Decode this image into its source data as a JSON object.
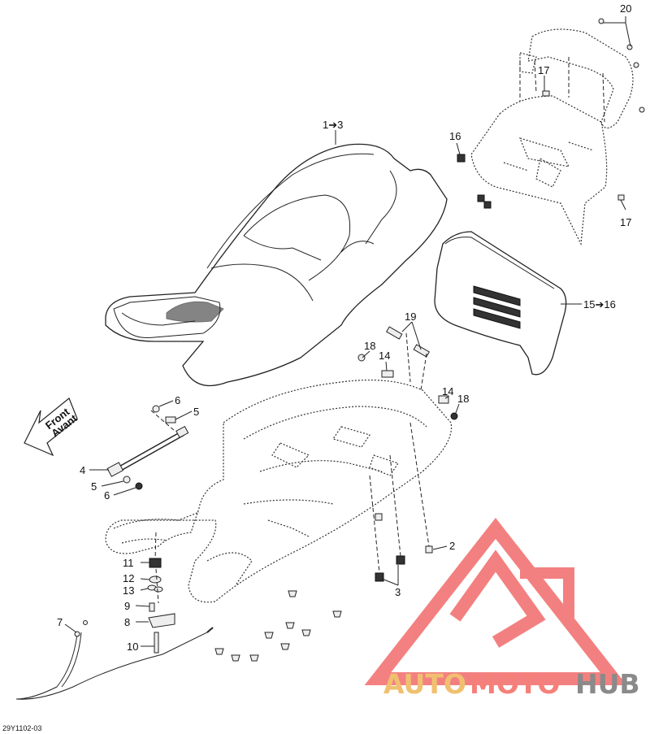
{
  "diagram": {
    "code": "29Y1102-03",
    "front_arrow": {
      "line1": "Front",
      "line2": "Avant"
    },
    "callouts": {
      "c1to3": "1➔3",
      "c2": "2",
      "c3": "3",
      "c4": "4",
      "c5a": "5",
      "c5b": "5",
      "c6a": "6",
      "c6b": "6",
      "c7": "7",
      "c8": "8",
      "c9": "9",
      "c10": "10",
      "c11": "11",
      "c12": "12",
      "c13": "13",
      "c14a": "14",
      "c14b": "14",
      "c15to16": "15➔16",
      "c16": "16",
      "c17a": "17",
      "c17b": "17",
      "c18a": "18",
      "c18b": "18",
      "c19": "19",
      "c20": "20"
    }
  },
  "watermark": {
    "part1": "AUTO",
    "part2": "MOTO",
    "part3": "HUB"
  },
  "colors": {
    "watermark_red": "#f26b6b",
    "watermark_gold": "#f0c070",
    "watermark_gray": "#8a8a8a"
  }
}
